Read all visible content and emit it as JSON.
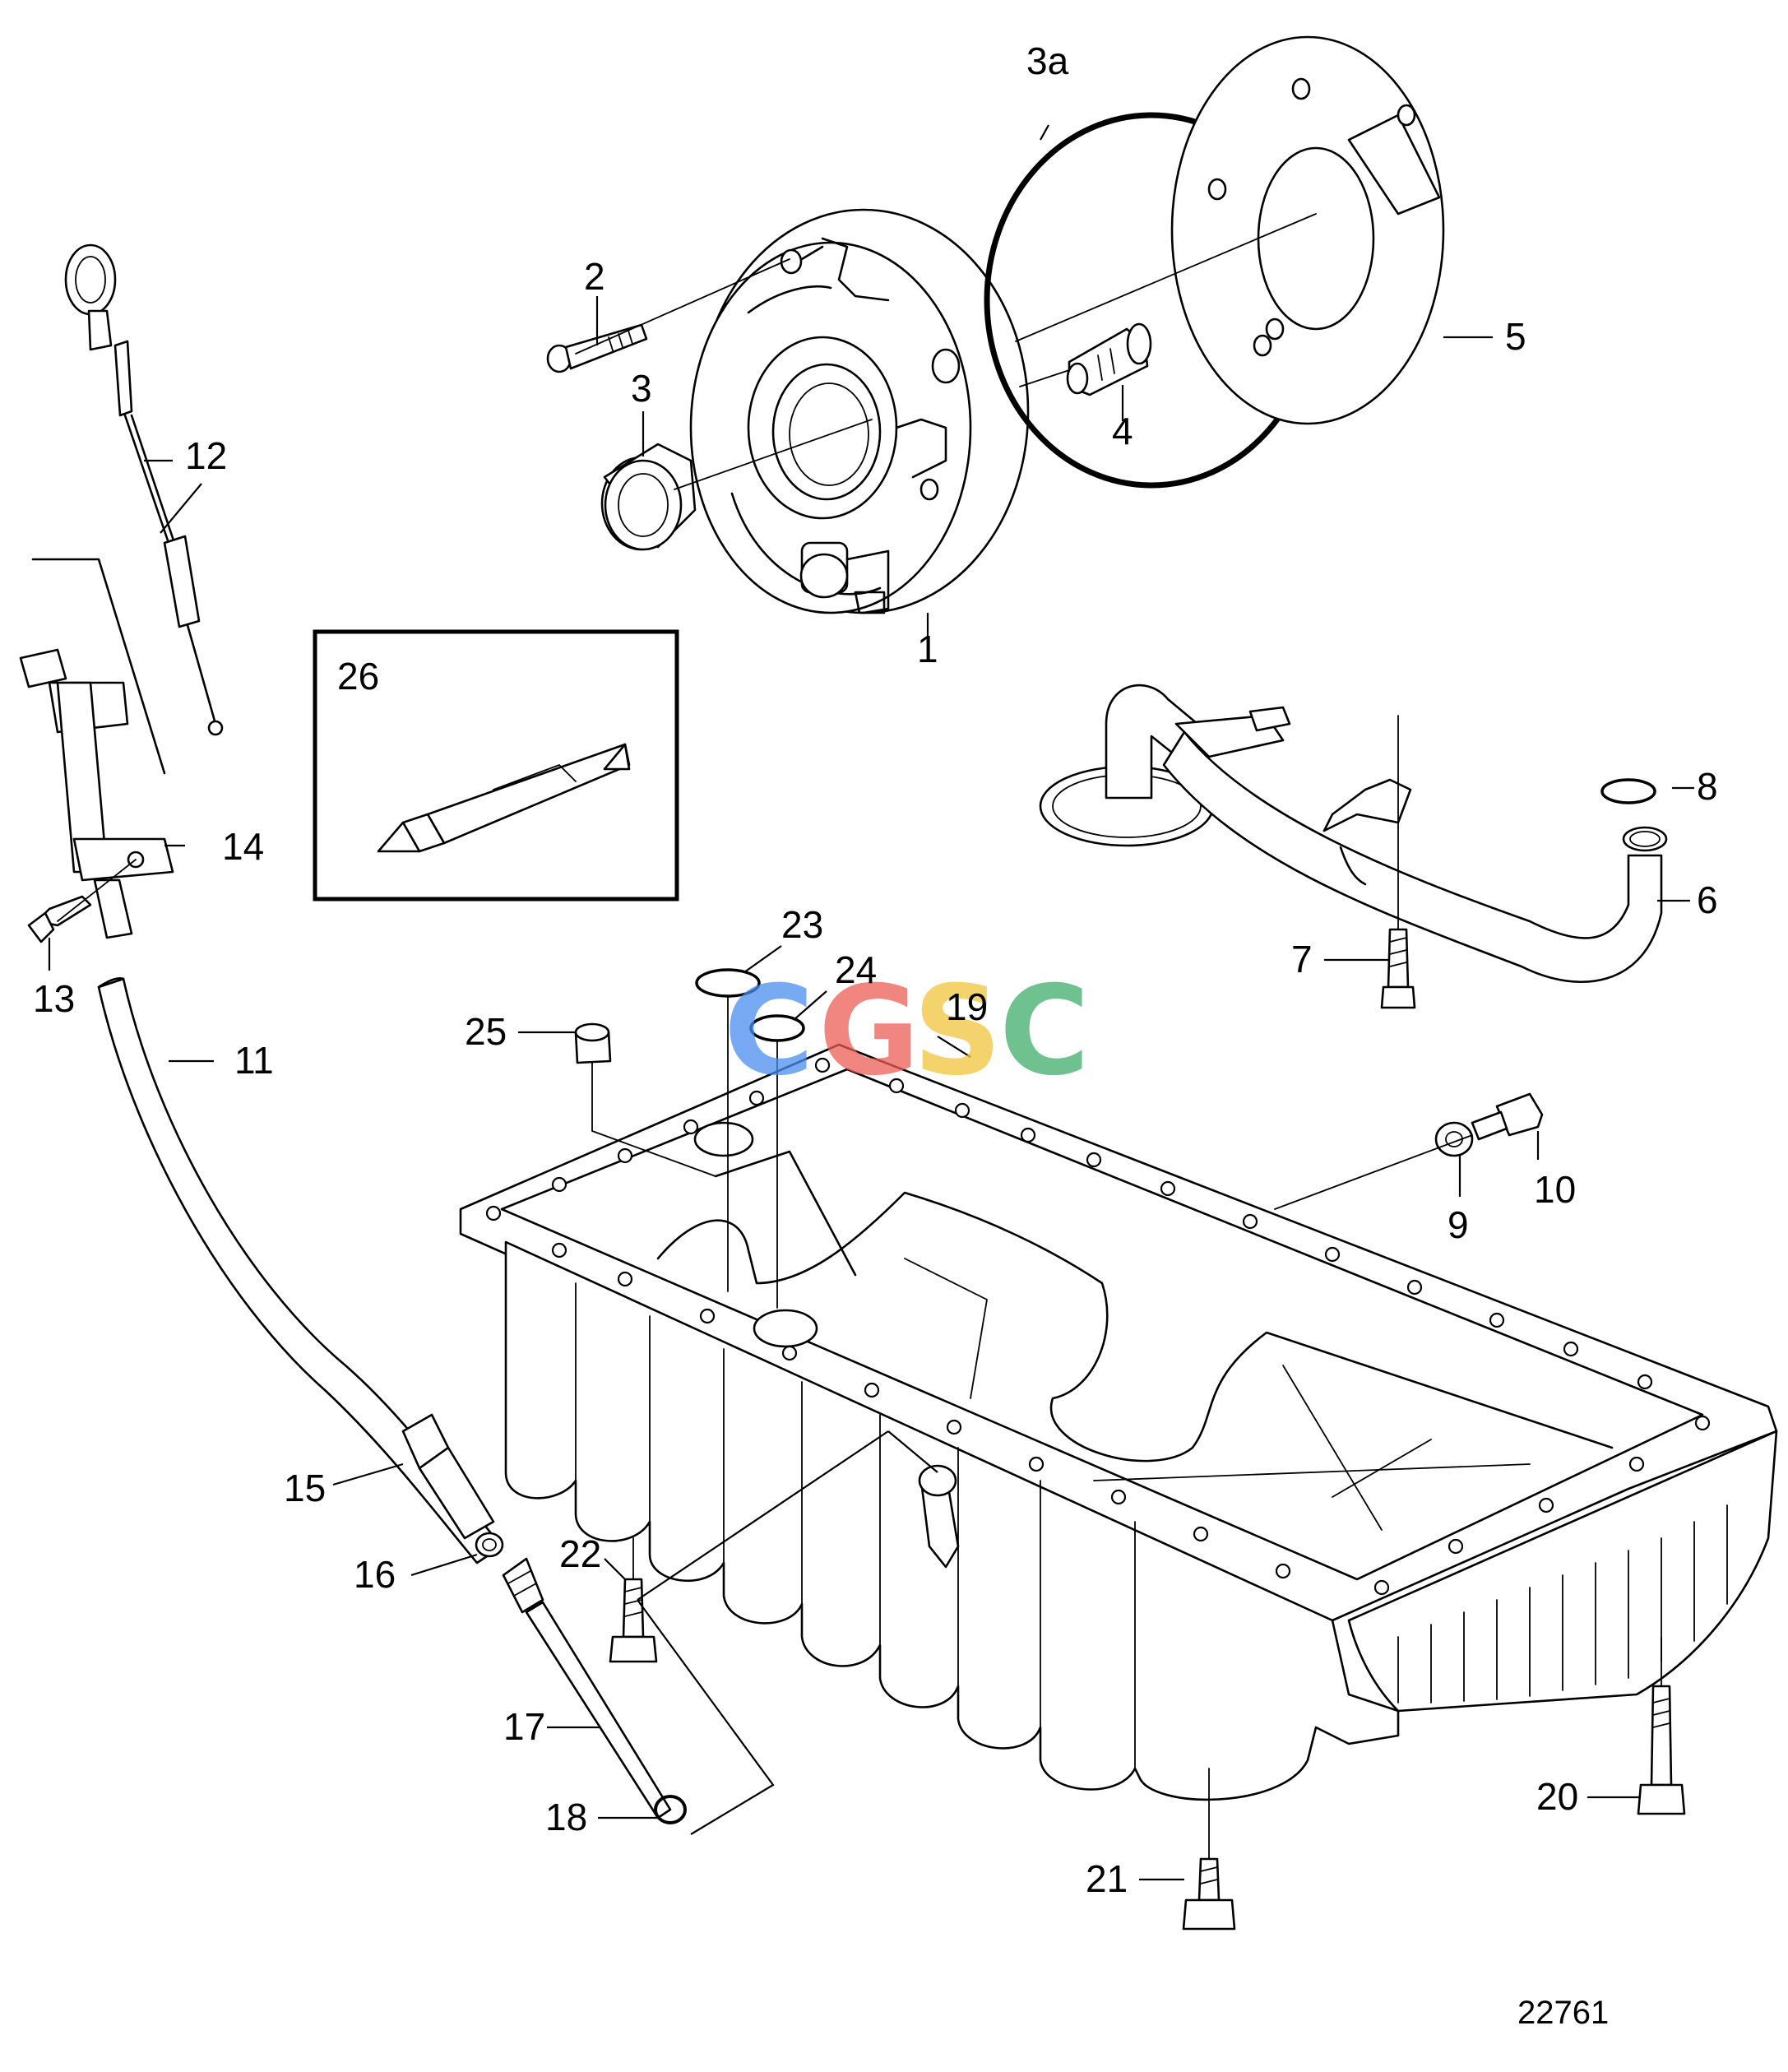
{
  "figure": {
    "document_number": "22761"
  },
  "watermark": {
    "letters": [
      "C",
      "G",
      "S",
      "C"
    ],
    "colors": [
      "#4a8ef0",
      "#ec5e55",
      "#f2c53c",
      "#3fae6a"
    ]
  },
  "callouts": [
    {
      "id": "1",
      "label": "1"
    },
    {
      "id": "2",
      "label": "2"
    },
    {
      "id": "3",
      "label": "3"
    },
    {
      "id": "3a",
      "label": "3a"
    },
    {
      "id": "4",
      "label": "4"
    },
    {
      "id": "5",
      "label": "5"
    },
    {
      "id": "6",
      "label": "6"
    },
    {
      "id": "7",
      "label": "7"
    },
    {
      "id": "8",
      "label": "8"
    },
    {
      "id": "9",
      "label": "9"
    },
    {
      "id": "10",
      "label": "10"
    },
    {
      "id": "11",
      "label": "11"
    },
    {
      "id": "12",
      "label": "12"
    },
    {
      "id": "13",
      "label": "13"
    },
    {
      "id": "14",
      "label": "14"
    },
    {
      "id": "15",
      "label": "15"
    },
    {
      "id": "16",
      "label": "16"
    },
    {
      "id": "17",
      "label": "17"
    },
    {
      "id": "18",
      "label": "18"
    },
    {
      "id": "19",
      "label": "19"
    },
    {
      "id": "20",
      "label": "20"
    },
    {
      "id": "21",
      "label": "21"
    },
    {
      "id": "22",
      "label": "22"
    },
    {
      "id": "23",
      "label": "23"
    },
    {
      "id": "24",
      "label": "24"
    },
    {
      "id": "25",
      "label": "25"
    },
    {
      "id": "26",
      "label": "26"
    }
  ]
}
